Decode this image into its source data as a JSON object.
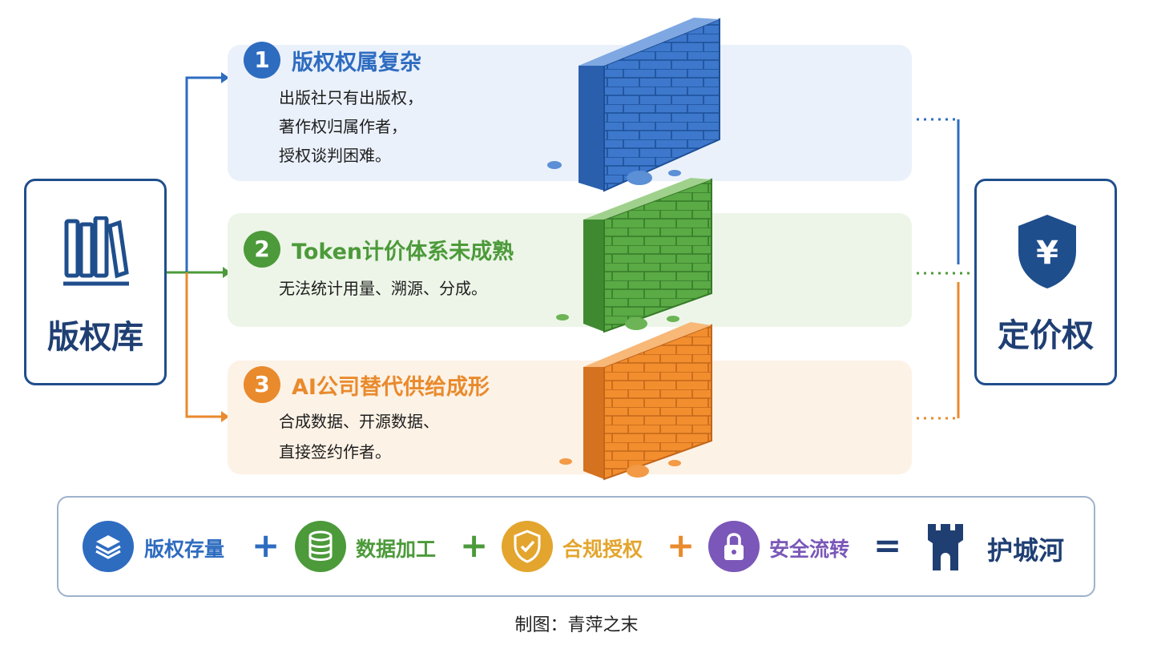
{
  "source_node": {
    "label": "版权库",
    "icon": "books-icon"
  },
  "target_node": {
    "label": "定价权",
    "icon": "shield-yen-icon"
  },
  "barriers": [
    {
      "number": "1",
      "title": "版权权属复杂",
      "lines": [
        "出版社只有出版权，",
        "著作权归属作者，",
        "授权谈判困难。"
      ],
      "color": "#2e6cc0"
    },
    {
      "number": "2",
      "title": "Token计价体系未成熟",
      "lines": [
        "无法统计用量、溯源、分成。"
      ],
      "color": "#4c9a3a"
    },
    {
      "number": "3",
      "title": "AI公司替代供给成形",
      "lines": [
        "合成数据、开源数据、",
        "直接签约作者。"
      ],
      "color": "#e98a2c"
    }
  ],
  "equation": {
    "terms": [
      {
        "label": "版权存量",
        "icon": "layers-icon",
        "color": "#2e6cc0"
      },
      {
        "label": "数据加工",
        "icon": "database-icon",
        "color": "#4c9a3a"
      },
      {
        "label": "合规授权",
        "icon": "shield-check-icon",
        "color": "#e3a52e"
      },
      {
        "label": "安全流转",
        "icon": "lock-icon",
        "color": "#7a57b8"
      }
    ],
    "plus": "+",
    "equals": "=",
    "result": {
      "label": "护城河",
      "icon": "castle-tower-icon",
      "color": "#1f3f73"
    }
  },
  "credit": "制图：青萍之末"
}
